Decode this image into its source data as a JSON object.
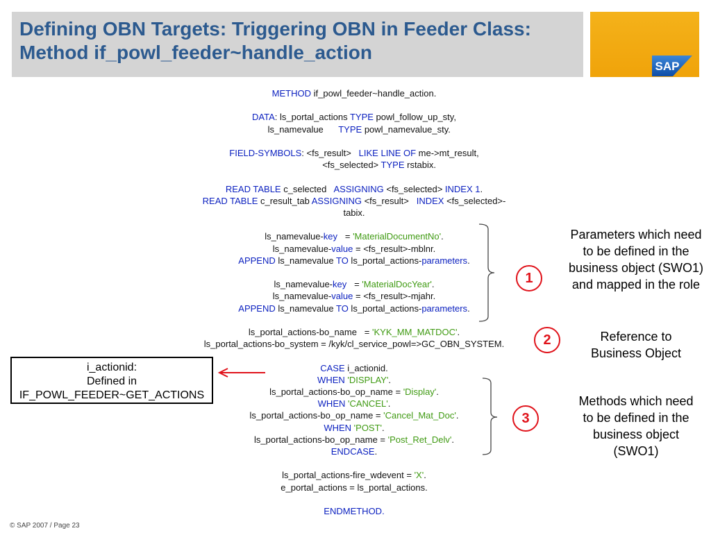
{
  "title": "Defining OBN Targets: Triggering OBN in Feeder Class: Method if_powl_feeder~handle_action",
  "logo_text": "SAP",
  "code": [
    [
      {
        "t": "METHOD",
        "c": "kw"
      },
      {
        "t": " if_powl_feeder~handle_action."
      }
    ],
    [],
    [
      {
        "t": "DATA",
        "c": "kw"
      },
      {
        "t": ": ls_portal_actions "
      },
      {
        "t": "TYPE",
        "c": "kw"
      },
      {
        "t": " powl_follow_up_sty,"
      }
    ],
    [
      {
        "t": "    ls_namevalue      "
      },
      {
        "t": "TYPE",
        "c": "kw"
      },
      {
        "t": " powl_namevalue_sty."
      }
    ],
    [],
    [
      {
        "t": "FIELD-SYMBOLS",
        "c": "kw"
      },
      {
        "t": ": <fs_result>   "
      },
      {
        "t": "LIKE LINE OF",
        "c": "kw"
      },
      {
        "t": " me->mt_result,"
      }
    ],
    [
      {
        "t": "                    <fs_selected> "
      },
      {
        "t": "TYPE",
        "c": "kw"
      },
      {
        "t": " rstabix."
      }
    ],
    [],
    [
      {
        "t": "READ TABLE",
        "c": "kw"
      },
      {
        "t": " c_selected   "
      },
      {
        "t": "ASSIGNING",
        "c": "kw"
      },
      {
        "t": " <fs_selected> "
      },
      {
        "t": "INDEX",
        "c": "kw"
      },
      {
        "t": " "
      },
      {
        "t": "1",
        "c": "kw"
      },
      {
        "t": "."
      }
    ],
    [
      {
        "t": "READ TABLE",
        "c": "kw"
      },
      {
        "t": " c_result_tab "
      },
      {
        "t": "ASSIGNING",
        "c": "kw"
      },
      {
        "t": " <fs_result>   "
      },
      {
        "t": "INDEX",
        "c": "kw"
      },
      {
        "t": " <fs_selected>-"
      }
    ],
    [
      {
        "t": "tabix."
      }
    ],
    [],
    [
      {
        "t": "ls_namevalue-"
      },
      {
        "t": "key",
        "c": "kw"
      },
      {
        "t": "   = "
      },
      {
        "t": "'MaterialDocumentNo'",
        "c": "str"
      },
      {
        "t": "."
      }
    ],
    [
      {
        "t": "ls_namevalue-"
      },
      {
        "t": "value",
        "c": "kw"
      },
      {
        "t": " = <fs_result>-mblnr."
      }
    ],
    [
      {
        "t": "APPEND",
        "c": "kw"
      },
      {
        "t": " ls_namevalue "
      },
      {
        "t": "TO",
        "c": "kw"
      },
      {
        "t": " ls_portal_actions-"
      },
      {
        "t": "parameters",
        "c": "kw"
      },
      {
        "t": "."
      }
    ],
    [],
    [
      {
        "t": "ls_namevalue-"
      },
      {
        "t": "key",
        "c": "kw"
      },
      {
        "t": "   = "
      },
      {
        "t": "'MaterialDocYear'",
        "c": "str"
      },
      {
        "t": "."
      }
    ],
    [
      {
        "t": "ls_namevalue-"
      },
      {
        "t": "value",
        "c": "kw"
      },
      {
        "t": " = <fs_result>-mjahr."
      }
    ],
    [
      {
        "t": "APPEND",
        "c": "kw"
      },
      {
        "t": " ls_namevalue "
      },
      {
        "t": "TO",
        "c": "kw"
      },
      {
        "t": " ls_portal_actions-"
      },
      {
        "t": "parameters",
        "c": "kw"
      },
      {
        "t": "."
      }
    ],
    [],
    [
      {
        "t": "ls_portal_actions-bo_name   = "
      },
      {
        "t": "'KYK_MM_MATDOC'",
        "c": "str"
      },
      {
        "t": "."
      }
    ],
    [
      {
        "t": "ls_portal_actions-bo_system = /kyk/cl_service_powl=>GC_OBN_SYSTEM."
      }
    ],
    [],
    [
      {
        "t": "CASE",
        "c": "kw"
      },
      {
        "t": " i_actionid."
      }
    ],
    [
      {
        "t": "WHEN",
        "c": "kw"
      },
      {
        "t": " "
      },
      {
        "t": "'DISPLAY'",
        "c": "str"
      },
      {
        "t": "."
      }
    ],
    [
      {
        "t": "ls_portal_actions-bo_op_name = "
      },
      {
        "t": "'Display'",
        "c": "str"
      },
      {
        "t": "."
      }
    ],
    [
      {
        "t": "WHEN",
        "c": "kw"
      },
      {
        "t": " "
      },
      {
        "t": "'CANCEL'",
        "c": "str"
      },
      {
        "t": "."
      }
    ],
    [
      {
        "t": "ls_portal_actions-bo_op_name = "
      },
      {
        "t": "'Cancel_Mat_Doc'",
        "c": "str"
      },
      {
        "t": "."
      }
    ],
    [
      {
        "t": "WHEN",
        "c": "kw"
      },
      {
        "t": " "
      },
      {
        "t": "'POST'",
        "c": "str"
      },
      {
        "t": "."
      }
    ],
    [
      {
        "t": "ls_portal_actions-bo_op_name = "
      },
      {
        "t": "'Post_Ret_Delv'",
        "c": "str"
      },
      {
        "t": "."
      }
    ],
    [
      {
        "t": "ENDCASE",
        "c": "kw"
      },
      {
        "t": "."
      }
    ],
    [],
    [
      {
        "t": "ls_portal_actions-fire_wdevent = "
      },
      {
        "t": "'X'",
        "c": "str"
      },
      {
        "t": "."
      }
    ],
    [
      {
        "t": "e_portal_actions = ls_portal_actions."
      }
    ],
    [],
    [
      {
        "t": "ENDMETHOD.",
        "c": "kw"
      }
    ]
  ],
  "left_box": {
    "line1": "i_actionid:",
    "line2": "Defined in",
    "line3": "IF_POWL_FEEDER~GET_ACTIONS"
  },
  "notes": {
    "n1": "Parameters which need to be defined in the business object (SWO1) and mapped in the role",
    "n2": "Reference to Business Object",
    "n3": "Methods which need to be defined in the business object (SWO1)"
  },
  "circles": {
    "c1": "1",
    "c2": "2",
    "c3": "3"
  },
  "footer": "© SAP 2007 / Page 23",
  "colors": {
    "keyword": "#0a1fbf",
    "string": "#3f9a12",
    "title": "#2c5a8f",
    "accent_red": "#e0121a",
    "logo_gold": "#f0a30a",
    "logo_blue": "#1a5cb8"
  }
}
